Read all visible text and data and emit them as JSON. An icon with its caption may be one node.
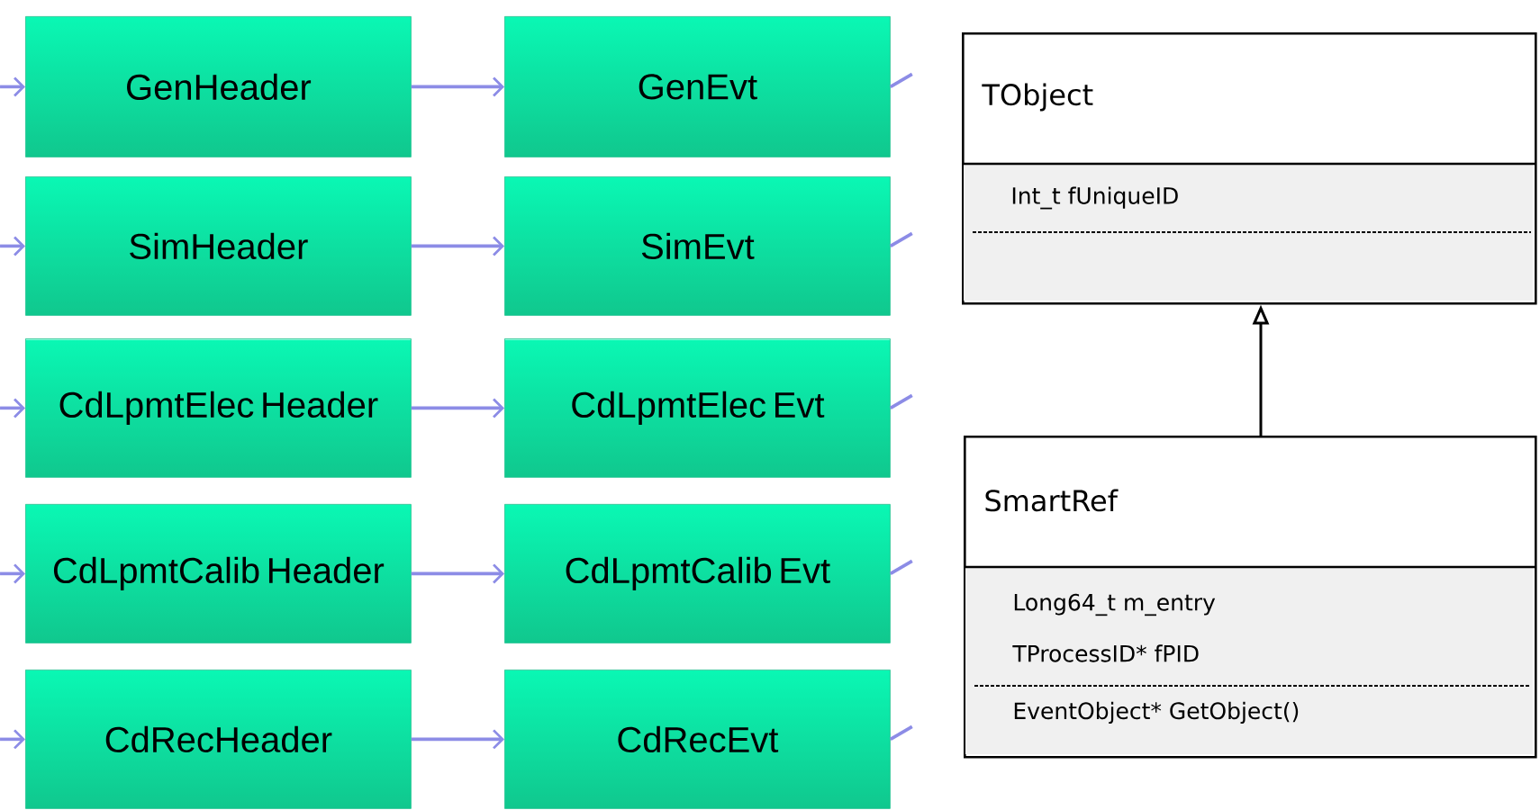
{
  "diagram": {
    "nodes": [
      {
        "text": [
          "GenHeader"
        ]
      },
      {
        "text": [
          "GenEvt"
        ]
      },
      {
        "text": [
          "SimHeader"
        ]
      },
      {
        "text": [
          "SimEvt"
        ]
      },
      {
        "text": [
          "CdLpmtElec Header"
        ]
      },
      {
        "text": [
          "CdLpmtElec Evt"
        ]
      },
      {
        "text": [
          "CdLpmtCalib Header"
        ]
      },
      {
        "text": [
          "CdLpmtCalib Evt"
        ]
      },
      {
        "text": [
          "CdRecHeader"
        ]
      },
      {
        "text": [
          "CdRecEvt"
        ]
      },
      {
        "text": [
          "TObject",
          "Int_t fUniqueID"
        ]
      },
      {
        "text": [
          "SmartRef",
          "Long64_t m_entry",
          "TProcessID* fPID",
          "EventObject* GetObject()"
        ]
      }
    ],
    "edges": [
      {
        "from": null,
        "to": 0,
        "arrow": "to"
      },
      {
        "from": 0,
        "to": 1,
        "arrow": "to"
      },
      {
        "from": 1,
        "to": null,
        "arrow": "none"
      },
      {
        "from": null,
        "to": 2,
        "arrow": "to"
      },
      {
        "from": 2,
        "to": 3,
        "arrow": "to"
      },
      {
        "from": 3,
        "to": null,
        "arrow": "none"
      },
      {
        "from": null,
        "to": 4,
        "arrow": "to"
      },
      {
        "from": 4,
        "to": 5,
        "arrow": "to"
      },
      {
        "from": 5,
        "to": null,
        "arrow": "none"
      },
      {
        "from": null,
        "to": 6,
        "arrow": "to"
      },
      {
        "from": 6,
        "to": 7,
        "arrow": "to"
      },
      {
        "from": 7,
        "to": null,
        "arrow": "none"
      },
      {
        "from": null,
        "to": 8,
        "arrow": "to"
      },
      {
        "from": 8,
        "to": 9,
        "arrow": "to"
      },
      {
        "from": 9,
        "to": null,
        "arrow": "none"
      },
      {
        "from": 11,
        "to": 10,
        "arrow": "to",
        "color": "#000000"
      }
    ]
  }
}
